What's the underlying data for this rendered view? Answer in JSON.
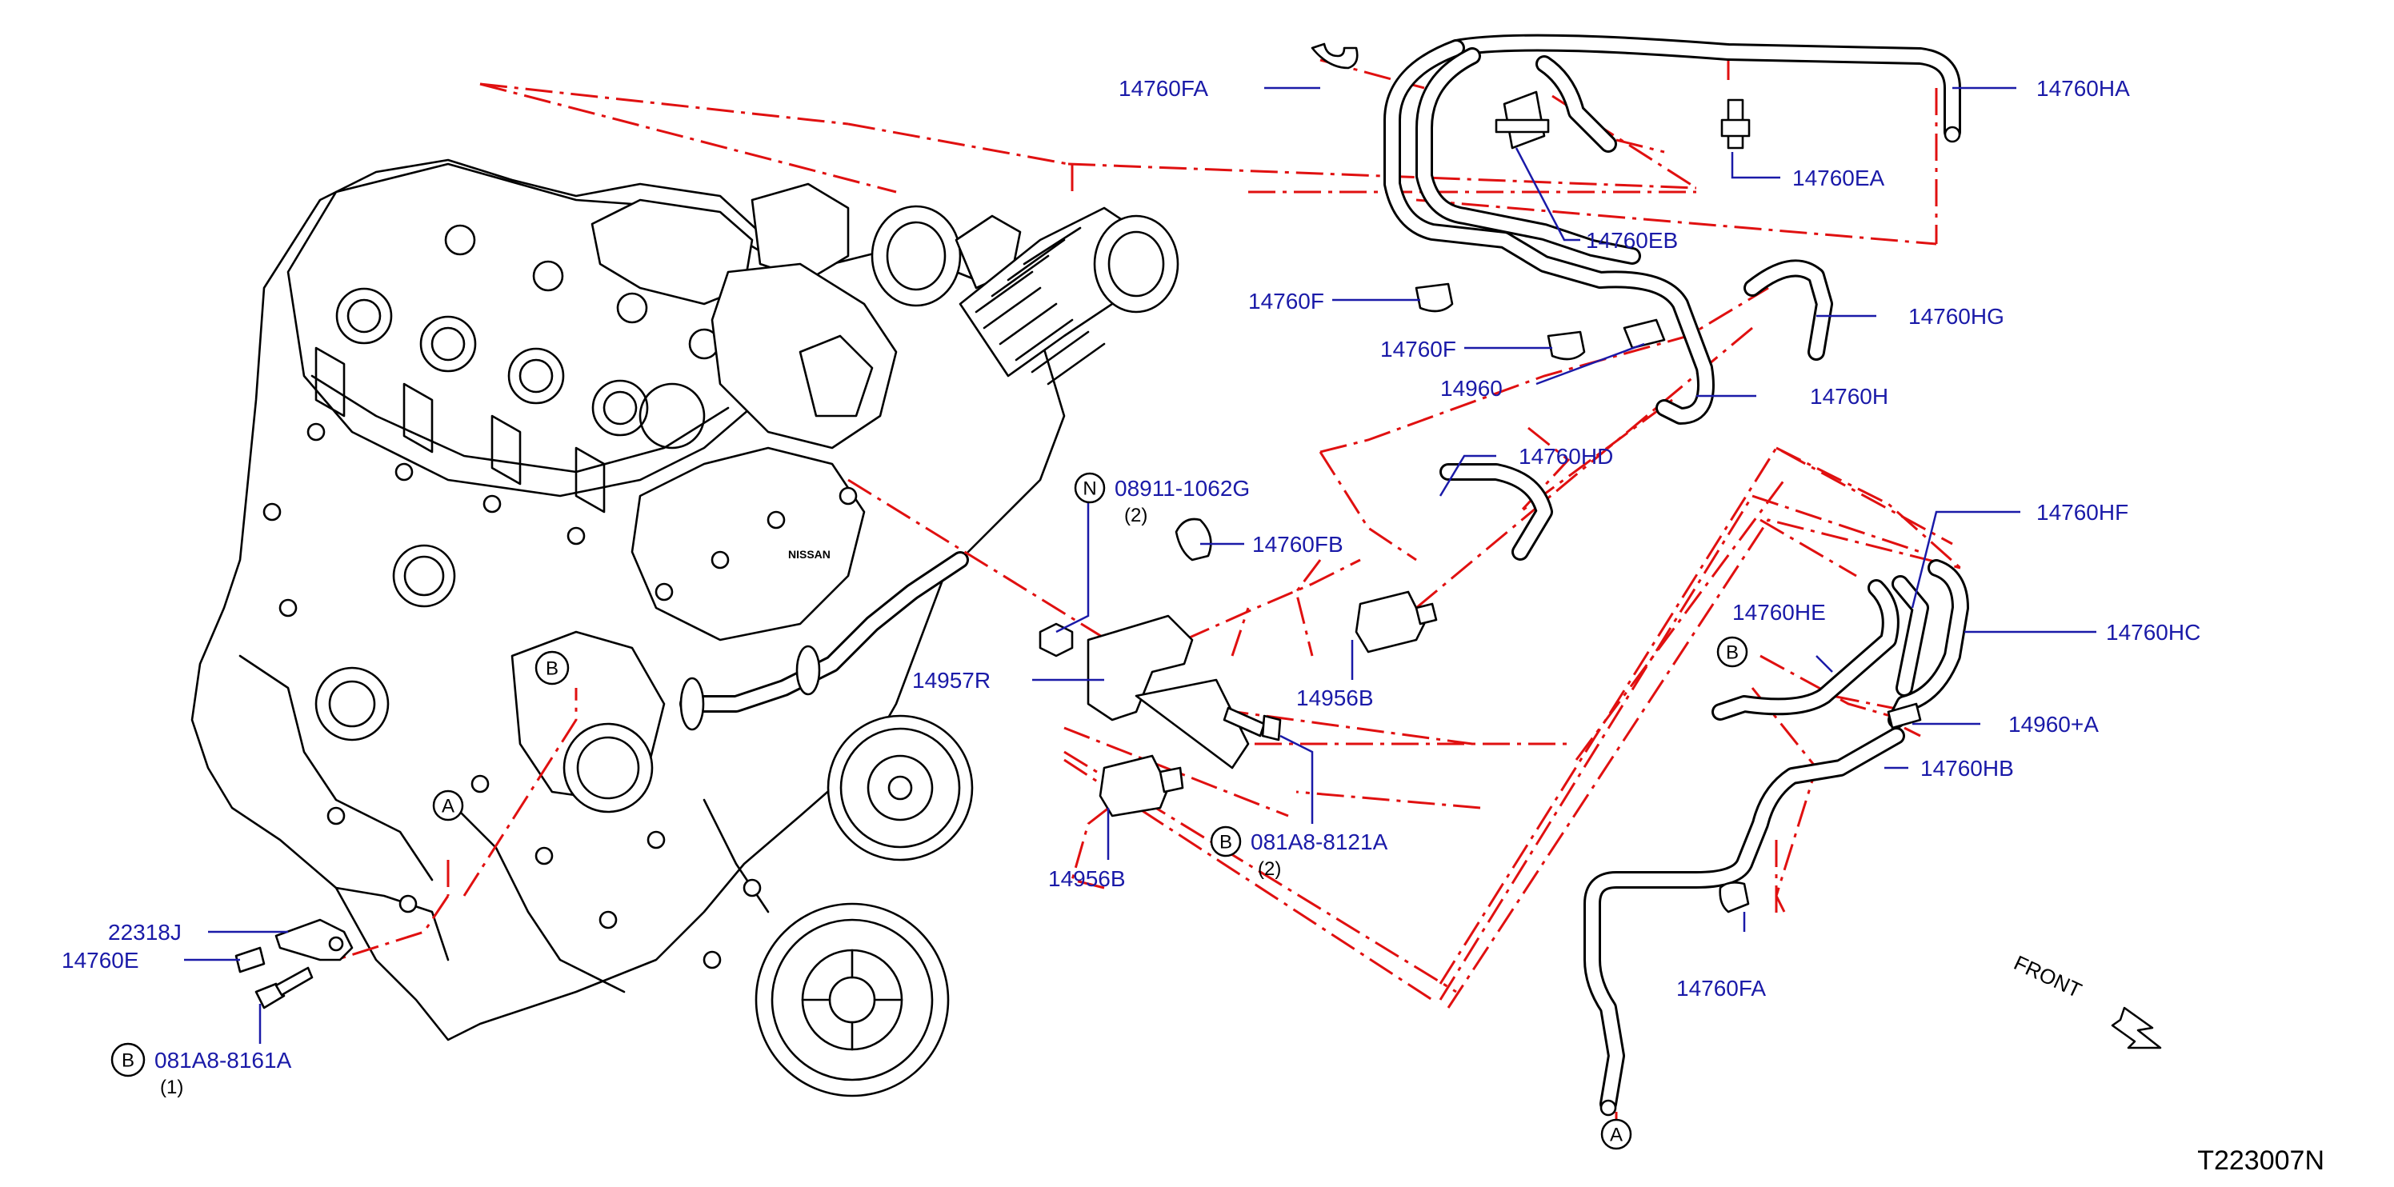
{
  "diagram_code": "T223007N",
  "front_label": "FRONT",
  "markers": {
    "a": "A",
    "b": "B",
    "n": "N"
  },
  "labels": {
    "p14760FA_top": "14760FA",
    "p14760HA": "14760HA",
    "p14760EA": "14760EA",
    "p14760EB": "14760EB",
    "p14760F_1": "14760F",
    "p14760F_2": "14760F",
    "p14960": "14960",
    "p14760HG": "14760HG",
    "p14760H": "14760H",
    "p14760HD": "14760HD",
    "p08911": "08911-1062G",
    "q08911": "(2)",
    "p14760FB": "14760FB",
    "p14760HF": "14760HF",
    "p14760HE": "14760HE",
    "p14760HC": "14760HC",
    "p14957R": "14957R",
    "p14956B_1": "14956B",
    "p14960A": "14960+A",
    "p14760HB": "14760HB",
    "p081A8_8121A": "081A8-8121A",
    "q081A8_8121A": "(2)",
    "p14956B_2": "14956B",
    "p22318J": "22318J",
    "p14760E": "14760E",
    "p081A8_8161A": "081A8-8161A",
    "q081A8_8161A": "(1)",
    "p14760FA_bottom": "14760FA"
  }
}
